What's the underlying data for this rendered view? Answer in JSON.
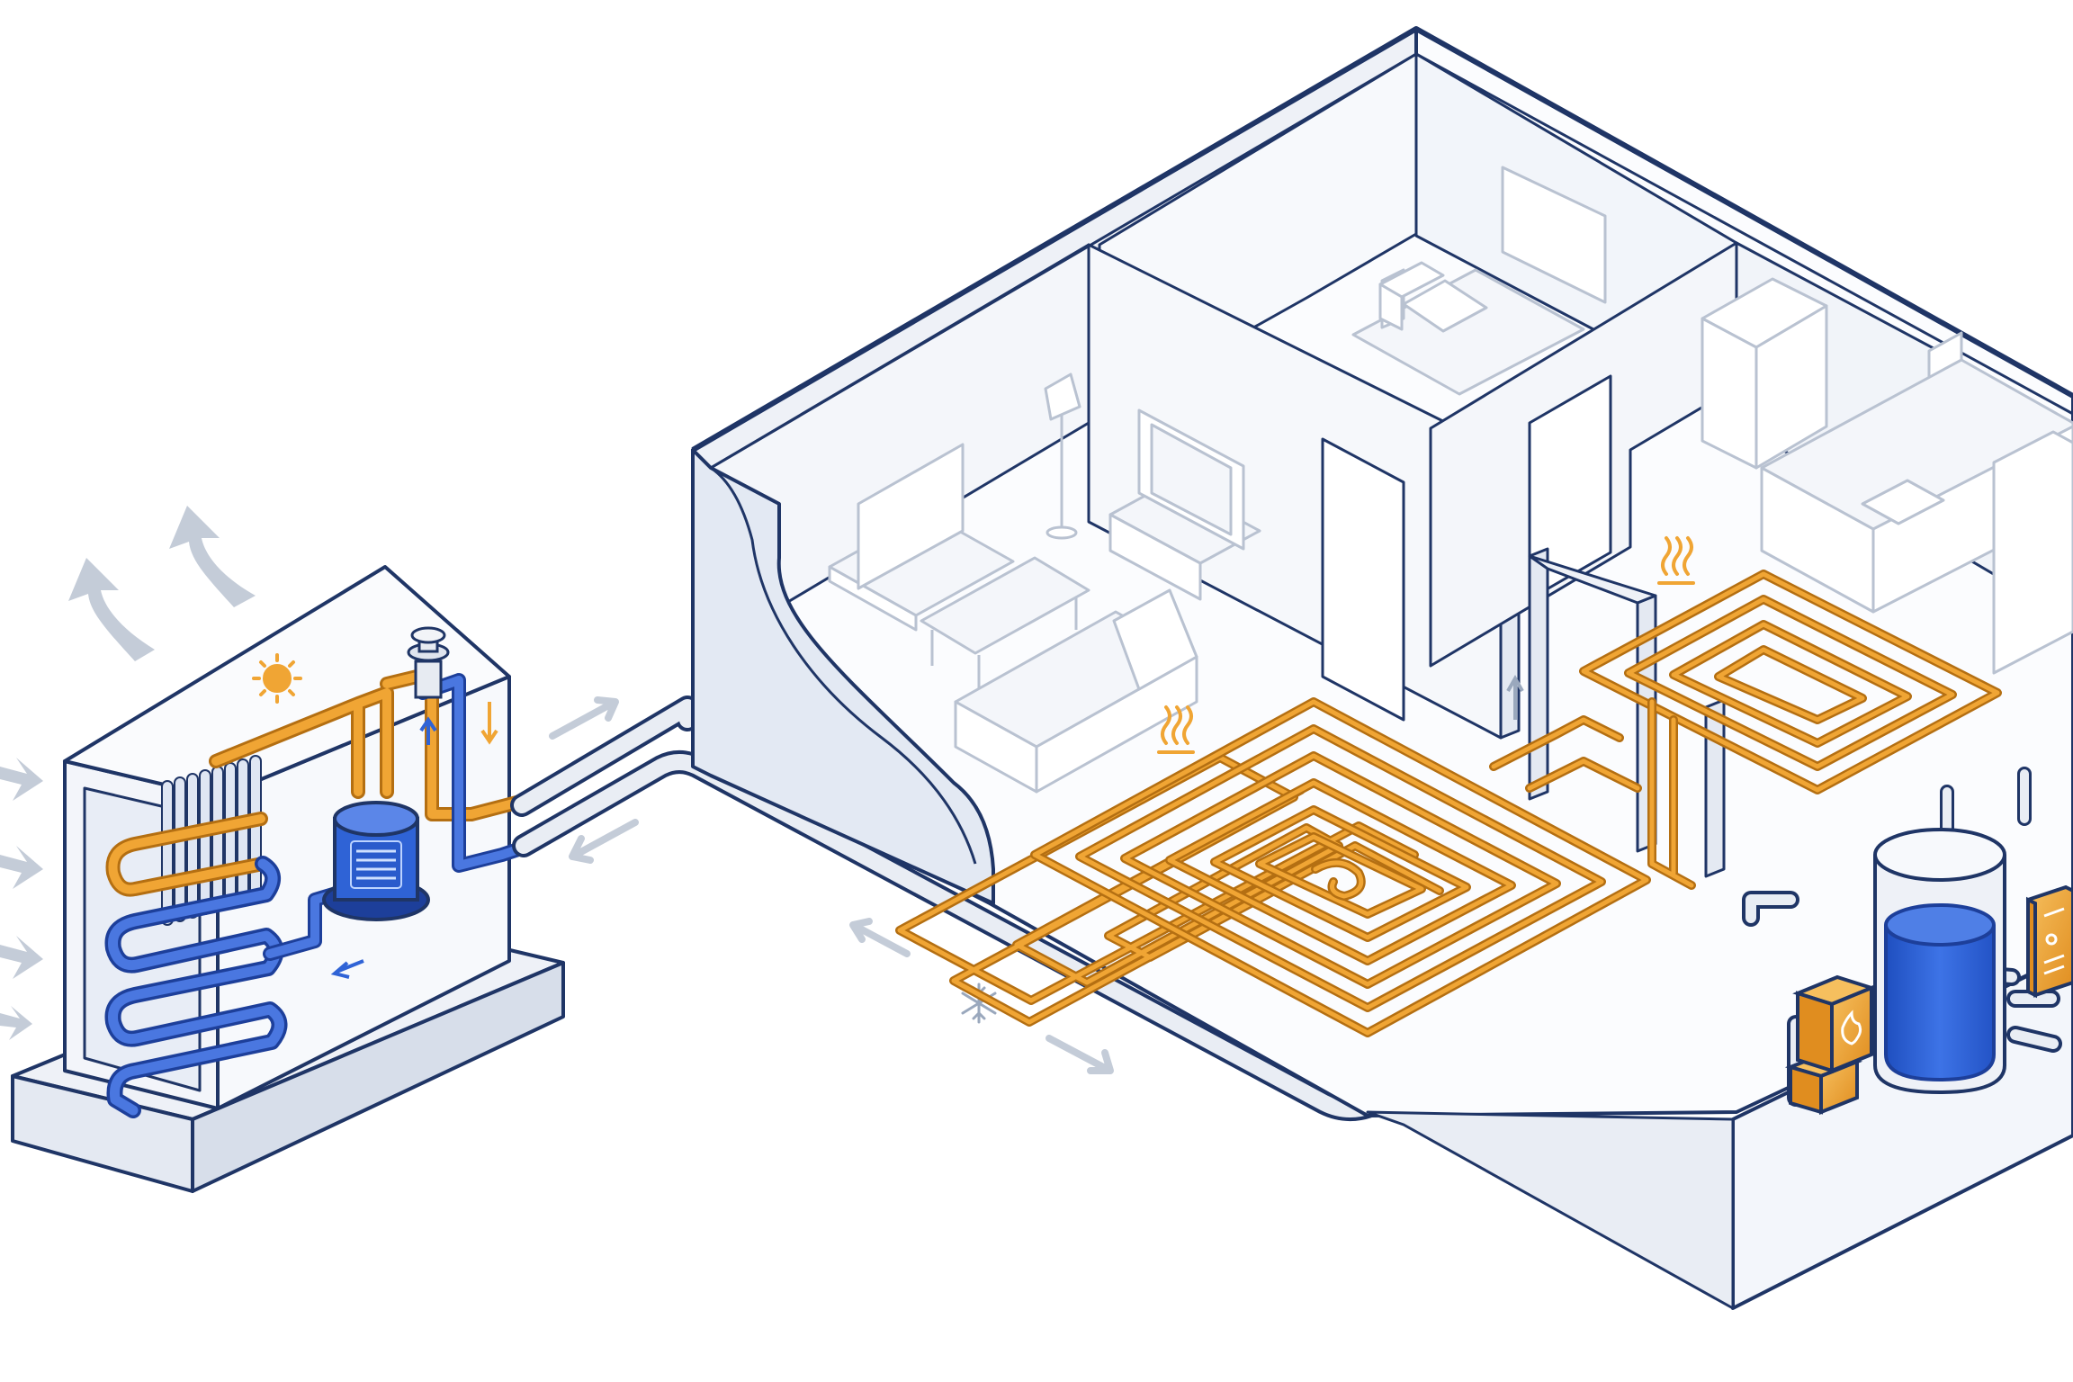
{
  "colors": {
    "background": "#ffffff",
    "outline": "#1f3566",
    "wall_fill": "#f5f7fb",
    "wall_shade": "#e4e9f2",
    "furniture": "#b9c2d1",
    "pipe_hot": "#f0a534",
    "pipe_hot_edge": "#b46f12",
    "pipe_cold": "#4a77e0",
    "pipe_cold_edge": "#1d3f9a",
    "arrow_grey": "#c4ccd8",
    "tank_blue": "#2f63d6",
    "boiler_orange": "#eea43a"
  },
  "icons": {
    "sun": "sun-icon",
    "heat_living": "heat-waves-icon",
    "heat_kitchen": "heat-waves-icon",
    "snowflake": "snowflake-icon",
    "flame": "flame-icon",
    "air_intake": "arrow-right-icon",
    "air_exhaust": "arrow-up-icon",
    "flow_arrows": "arrow-icon"
  },
  "components": [
    "outdoor-heat-pump-unit",
    "evaporator-coil",
    "compressor",
    "expansion-valve",
    "supply-pipe",
    "return-pipe",
    "underfloor-heating-loop-living-room",
    "underfloor-heating-loop-kitchen",
    "hot-water-storage-tank",
    "backup-boiler",
    "wall-mounted-control-box"
  ],
  "rooms": [
    "living-room",
    "bedroom",
    "kitchen",
    "utility-basement"
  ]
}
